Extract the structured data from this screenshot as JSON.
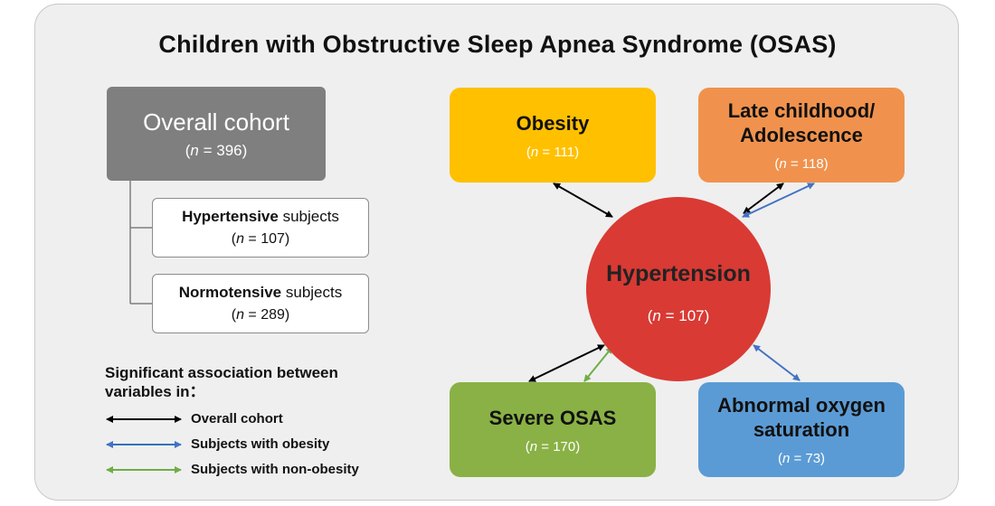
{
  "title": "Children with Obstructive Sleep Apnea Syndrome (OSAS)",
  "overall_cohort": {
    "label": "Overall cohort",
    "n_prefix": "(",
    "n_var": "n",
    "n_value": " = 396)"
  },
  "hypertensive": {
    "label_bold": "Hypertensive",
    "label_rest": " subjects",
    "n_prefix": "(",
    "n_var": "n",
    "n_value": " = 107)"
  },
  "normotensive": {
    "label_bold": "Normotensive",
    "label_rest": " subjects",
    "n_prefix": "(",
    "n_var": "n",
    "n_value": " = 289)"
  },
  "center": {
    "label": "Hypertension",
    "n_prefix": "(",
    "n_var": "n",
    "n_value": " = 107)",
    "color": "#d93a34"
  },
  "factors": {
    "obesity": {
      "label": "Obesity",
      "n_prefix": "(",
      "n_var": "n",
      "n_value": " = 111)",
      "color": "#ffc000"
    },
    "late": {
      "label_line1": "Late childhood/",
      "label_line2": "Adolescence",
      "n_prefix": "(",
      "n_var": "n",
      "n_value": " = 118)",
      "color": "#f0924d"
    },
    "severe": {
      "label": "Severe OSAS",
      "n_prefix": "(",
      "n_var": "n",
      "n_value": " = 170)",
      "color": "#8ab145"
    },
    "abnormal": {
      "label_line1": "Abnormal oxygen",
      "label_line2": "saturation",
      "n_prefix": "(",
      "n_var": "n",
      "n_value": " = 73)",
      "color": "#5b9bd5"
    }
  },
  "legend": {
    "title_line1": "Significant association between",
    "title_line2": "variables in：",
    "items": [
      {
        "label": "Overall cohort",
        "color": "#000000"
      },
      {
        "label": "Subjects with obesity",
        "color": "#2e75b6"
      },
      {
        "label": "Subjects with non-obesity",
        "color": "#70ad47"
      }
    ]
  }
}
